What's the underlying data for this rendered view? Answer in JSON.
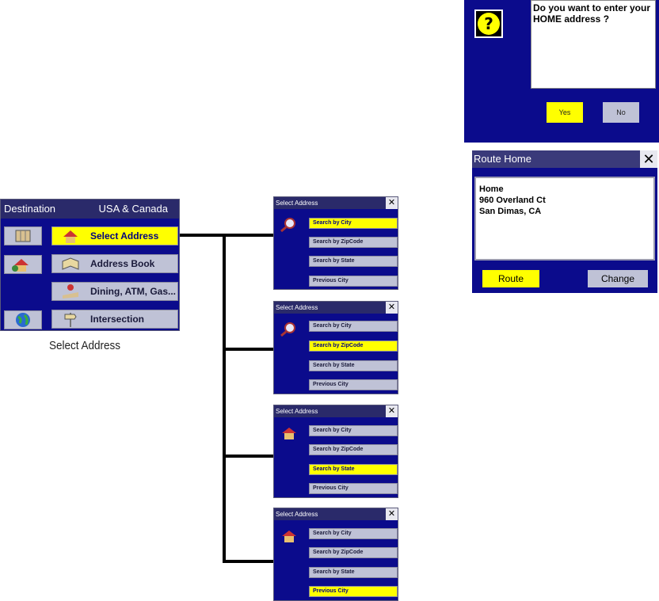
{
  "destination": {
    "title_left": "Destination",
    "title_right": "USA & Canada",
    "items": [
      {
        "label": "Select Address",
        "selected": true
      },
      {
        "label": "Address Book",
        "selected": false
      },
      {
        "label": "Dining, ATM, Gas...",
        "selected": false
      },
      {
        "label": "Intersection",
        "selected": false
      }
    ],
    "caption": "Select Address"
  },
  "select_screens": [
    {
      "title": "Select Address",
      "options": [
        "Search by City",
        "Search by ZipCode",
        "Search by State",
        "Previous City"
      ],
      "selected": 0
    },
    {
      "title": "Select Address",
      "options": [
        "Search by City",
        "Search by ZipCode",
        "Search by State",
        "Previous City"
      ],
      "selected": 1
    },
    {
      "title": "Select Address",
      "options": [
        "Search by City",
        "Search by ZipCode",
        "Search by State",
        "Previous City"
      ],
      "selected": 2
    },
    {
      "title": "Select Address",
      "options": [
        "Search by City",
        "Search by ZipCode",
        "Search by State",
        "Previous City"
      ],
      "selected": 3
    }
  ],
  "close_glyph": "✕",
  "question_dialog": {
    "text_line1": "Do you want to enter your",
    "text_line2": "HOME address ?",
    "yes_label": "Yes",
    "no_label": "No"
  },
  "route_home": {
    "title": "Route Home",
    "address_line1": "Home",
    "address_line2": "960 Overland Ct",
    "address_line3": "San Dimas, CA",
    "route_label": "Route",
    "change_label": "Change"
  },
  "colors": {
    "screen_bg": "#0b0b8c",
    "highlight": "#ffff00",
    "button": "#bfc2d6"
  }
}
